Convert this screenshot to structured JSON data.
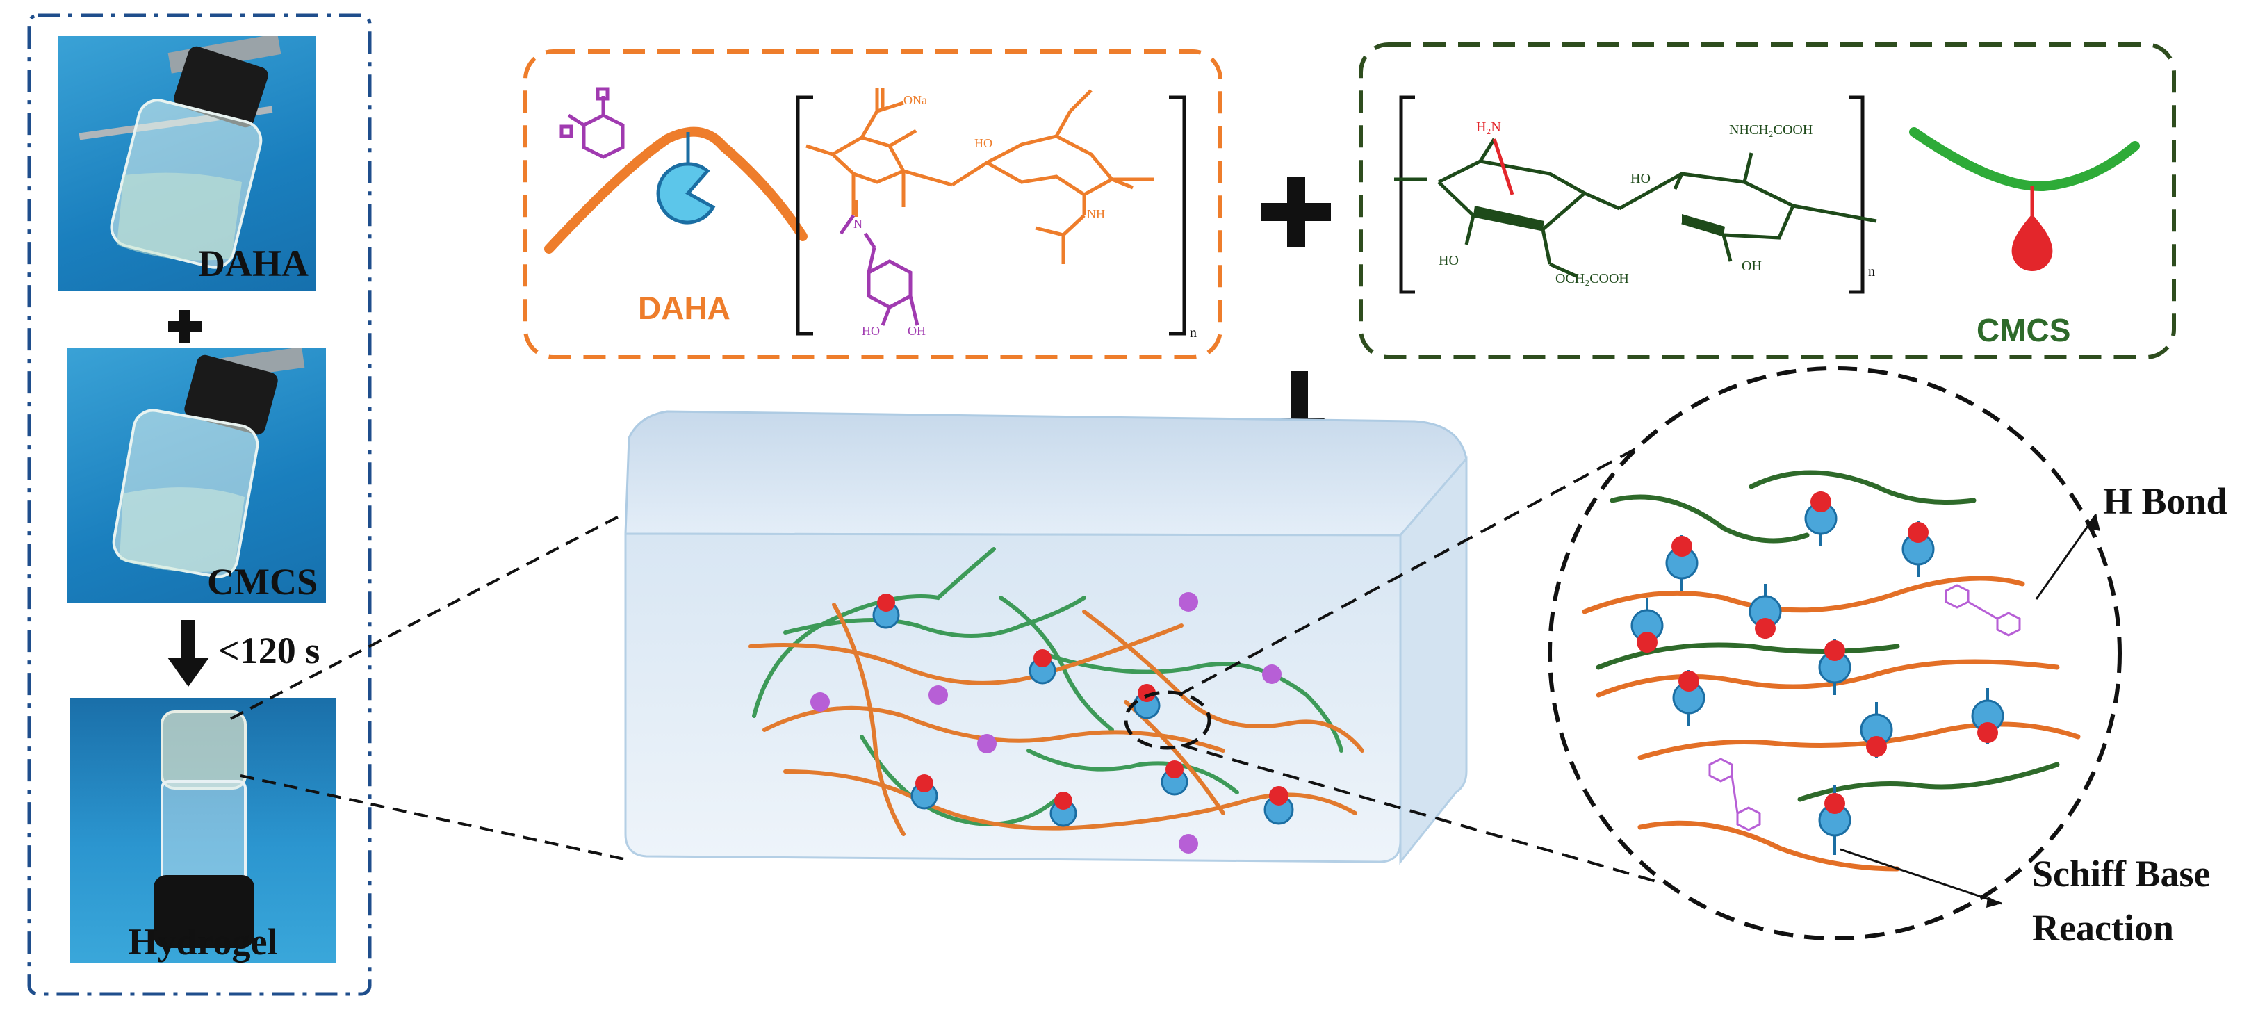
{
  "photos": {
    "daha_label": "DAHA",
    "cmcs_label": "CMCS",
    "hydrogel_label": "Hydrogel",
    "time_label": "<120 s"
  },
  "daha_box": {
    "label": "DAHA",
    "chem": {
      "ona": "ONa",
      "ho": "HO",
      "nh": "NH",
      "n_sub": "n",
      "ho_a": "HO",
      "oh_a": "OH",
      "n_atom": "N"
    }
  },
  "cmcs_box": {
    "label": "CMCS",
    "chem": {
      "h2n": "H₂N",
      "nhch2cooh": "NHCH₂COOH",
      "ho_left": "HO",
      "ho_right": "HO",
      "och2cooh": "OCH₂COOH",
      "oh": "OH",
      "n_sub": "n"
    }
  },
  "annotations": {
    "h_bond": "H Bond",
    "schiff_1": "Schiff Base",
    "schiff_2": "Reaction"
  },
  "colors": {
    "daha_orange": "#ee7d2b",
    "cmcs_green": "#2e6a2a",
    "frame_blue": "#1f4e8c",
    "catechol_purple": "#a03ab0",
    "amine_red": "#e3262b",
    "aldehyde_cyan": "#5cc6ea"
  }
}
